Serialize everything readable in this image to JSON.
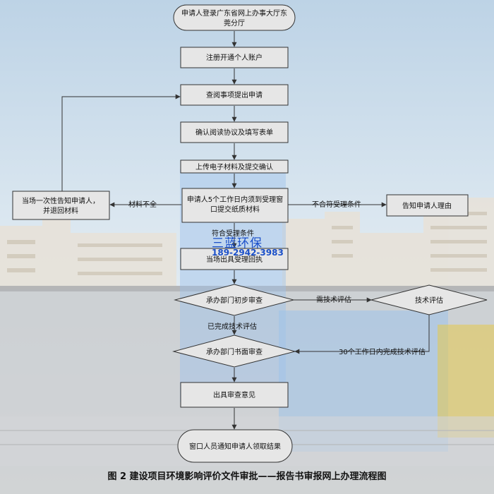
{
  "nodes": {
    "start": [
      "申请人登录广东省网上办事大厅东",
      "莞分厅"
    ],
    "register": "注册开通个人账户",
    "query": "查阅事项提出申请",
    "confirm": "确认阅读协议及填写表单",
    "upload": "上传电子材料及提交确认",
    "submit": [
      "申请人5个工作日内须到受理窗",
      "口提交纸质材料"
    ],
    "left_box": [
      "当场一次性告知申请人，",
      "并退回材料"
    ],
    "right_box": "告知申请人理由",
    "accept_receipt": "当场出具受理回执",
    "preliminary": "承办部门初步审查",
    "tech_eval": "技术评估",
    "written_review": "承办部门书面审查",
    "issue_opinion": "出具审查意见",
    "notify": "窗口人员通知申请人领取结果"
  },
  "edge_labels": {
    "incomplete": "材料不全",
    "not_meet": "不合符受理条件",
    "meet": "符合受理条件",
    "need_eval": "需技术评估",
    "eval_done": "已完成技术评估",
    "eval_30days": "30个工作日内完成技术评估"
  },
  "watermark": {
    "name": "三蓝环保",
    "phone": "189-2942-3983"
  },
  "caption": "图 2 建设项目环境影响评价文件审批——报告书审报网上办理流程图",
  "colors": {
    "box_fill": "#e6e6e6",
    "box_stroke": "#333333",
    "watermark": "#1a4fc9"
  }
}
